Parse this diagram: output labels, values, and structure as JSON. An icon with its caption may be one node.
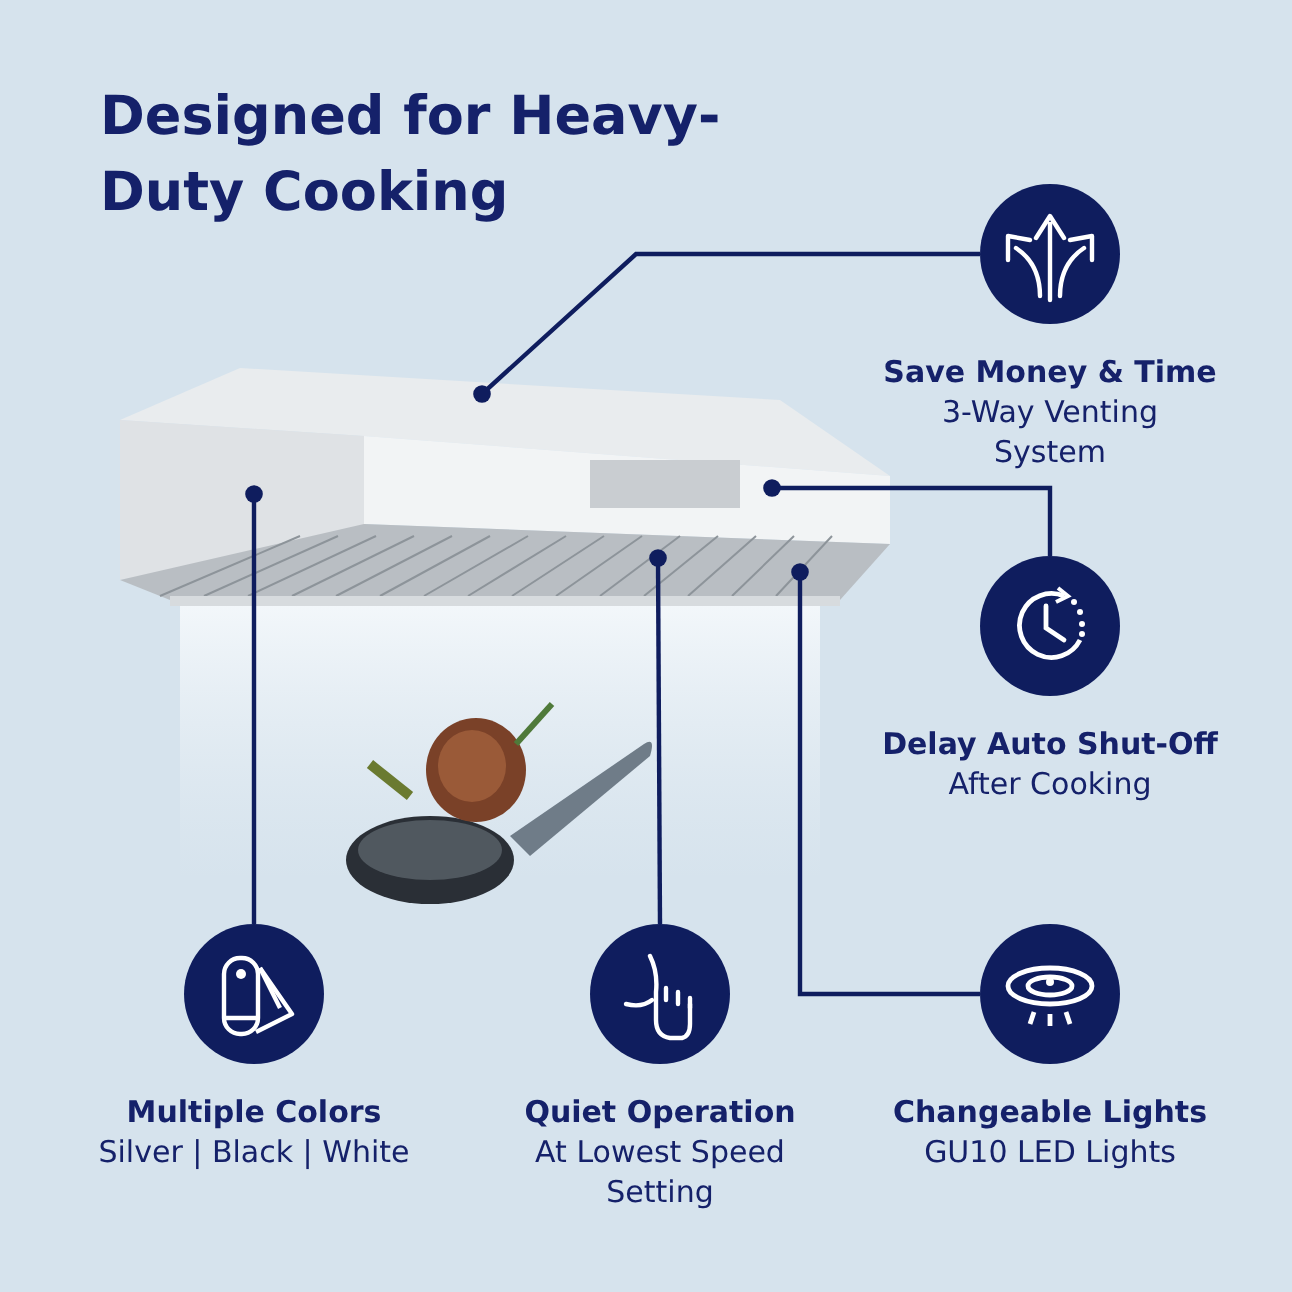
{
  "diagram": {
    "title": "Designed for Heavy-Duty Cooking",
    "nodes": [
      {
        "text": [],
        "shape": "picture"
      },
      {
        "text": [
          "Save Money & Time",
          "3-Way Venting System"
        ]
      },
      {
        "text": [
          "Delay Auto Shut-Off",
          "After Cooking"
        ]
      },
      {
        "text": [
          "Multiple Colors",
          "Silver | Black | White"
        ]
      },
      {
        "text": [
          "Quiet Operation",
          "At Lowest Speed Setting"
        ]
      },
      {
        "text": [
          "Changeable Lights",
          "GU10 LED Lights"
        ]
      }
    ],
    "edges": [
      {
        "from": 1,
        "to": 0,
        "arrow": "other"
      },
      {
        "from": 2,
        "to": 0,
        "arrow": "other"
      },
      {
        "from": 3,
        "to": 0,
        "arrow": "other"
      },
      {
        "from": 4,
        "to": 0,
        "arrow": "other"
      },
      {
        "from": 5,
        "to": 0,
        "arrow": "other"
      }
    ]
  }
}
